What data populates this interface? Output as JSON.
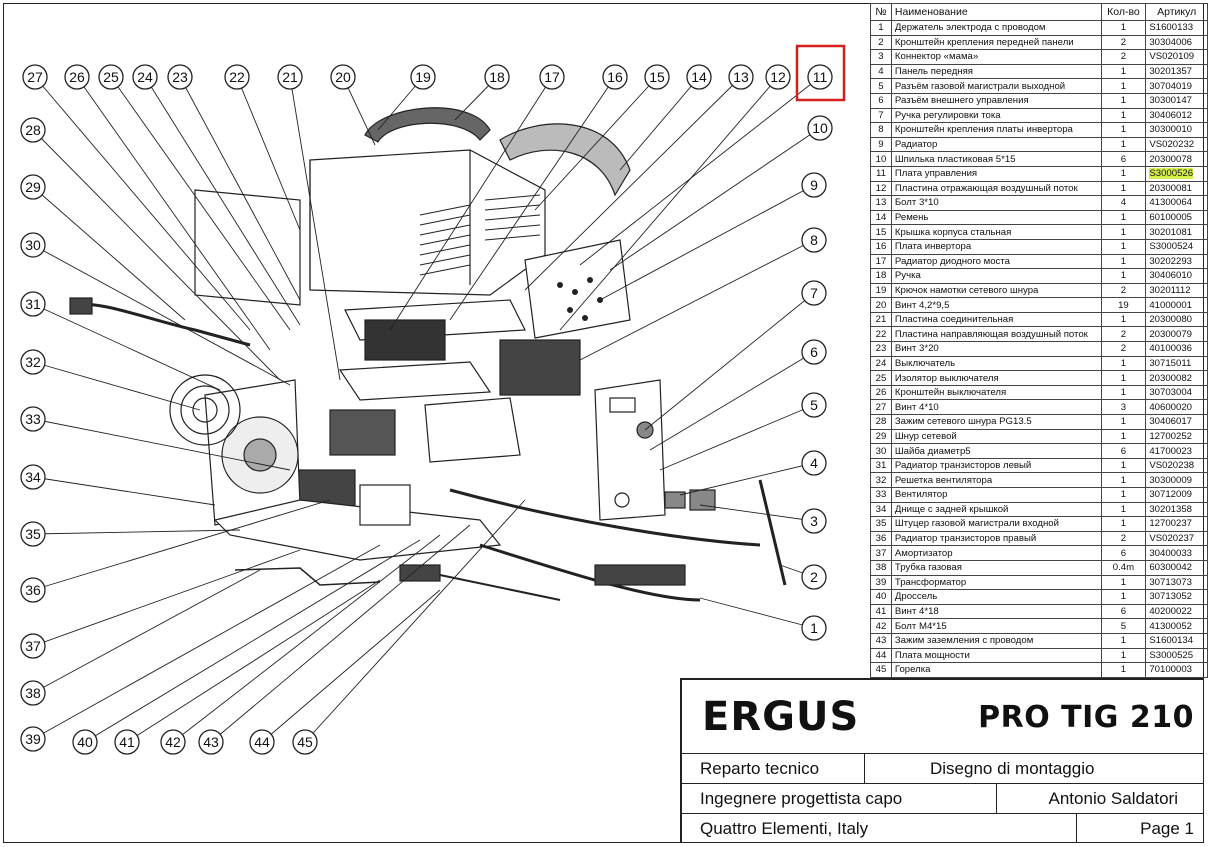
{
  "drawing": {
    "callouts": [
      "1",
      "2",
      "3",
      "4",
      "5",
      "6",
      "7",
      "8",
      "9",
      "10",
      "11",
      "12",
      "13",
      "14",
      "15",
      "16",
      "17",
      "18",
      "19",
      "20",
      "21",
      "22",
      "23",
      "24",
      "25",
      "26",
      "27",
      "28",
      "29",
      "30",
      "31",
      "32",
      "33",
      "34",
      "35",
      "36",
      "37",
      "38",
      "39",
      "40",
      "41",
      "42",
      "43",
      "44",
      "45"
    ],
    "highlight_color": "#d62020"
  },
  "parts_table": {
    "headers": [
      "№",
      "Наименование",
      "Кол-во",
      "Артикул"
    ],
    "rows": [
      [
        "1",
        "Держатель электрода с проводом",
        "1",
        "S1600133"
      ],
      [
        "2",
        "Кронштейн крепления передней панели",
        "2",
        "30304006"
      ],
      [
        "3",
        "Коннектор «мама»",
        "2",
        "VS020109"
      ],
      [
        "4",
        "Панель передняя",
        "1",
        "30201357"
      ],
      [
        "5",
        "Разъём газовой магистрали выходной",
        "1",
        "30704019"
      ],
      [
        "6",
        "Разъём внешнего управления",
        "1",
        "30300147"
      ],
      [
        "7",
        "Ручка регулировки тока",
        "1",
        "30406012"
      ],
      [
        "8",
        "Кронштейн крепления платы инвертора",
        "1",
        "30300010"
      ],
      [
        "9",
        "Радиатор",
        "1",
        "VS020232"
      ],
      [
        "10",
        "Шпилька пластиковая 5*15",
        "6",
        "20300078"
      ],
      [
        "11",
        "Плата управления",
        "1",
        "S3000526"
      ],
      [
        "12",
        "Пластина отражающая воздушный поток",
        "1",
        "20300081"
      ],
      [
        "13",
        "Болт 3*10",
        "4",
        "41300064"
      ],
      [
        "14",
        "Ремень",
        "1",
        "60100005"
      ],
      [
        "15",
        "Крышка корпуса стальная",
        "1",
        "30201081"
      ],
      [
        "16",
        "Плата инвертора",
        "1",
        "S3000524"
      ],
      [
        "17",
        "Радиатор диодного моста",
        "1",
        "30202293"
      ],
      [
        "18",
        "Ручка",
        "1",
        "30406010"
      ],
      [
        "19",
        "Крючок намотки сетевого шнура",
        "2",
        "30201112"
      ],
      [
        "20",
        "Винт 4,2*9,5",
        "19",
        "41000001"
      ],
      [
        "21",
        "Пластина соединительная",
        "1",
        "20300080"
      ],
      [
        "22",
        "Пластина направляющая воздушный поток",
        "2",
        "20300079"
      ],
      [
        "23",
        "Винт 3*20",
        "2",
        "40100036"
      ],
      [
        "24",
        "Выключатель",
        "1",
        "30715011"
      ],
      [
        "25",
        "Изолятор выключателя",
        "1",
        "20300082"
      ],
      [
        "26",
        "Кронштейн выключателя",
        "1",
        "30703004"
      ],
      [
        "27",
        "Винт 4*10",
        "3",
        "40600020"
      ],
      [
        "28",
        "Зажим сетевого шнура PG13.5",
        "1",
        "30406017"
      ],
      [
        "29",
        "Шнур сетевой",
        "1",
        "12700252"
      ],
      [
        "30",
        "Шайба диаметр5",
        "6",
        "41700023"
      ],
      [
        "31",
        "Радиатор транзисторов левый",
        "1",
        "VS020238"
      ],
      [
        "32",
        "Решетка вентилятора",
        "1",
        "30300009"
      ],
      [
        "33",
        "Вентилятор",
        "1",
        "30712009"
      ],
      [
        "34",
        "Днище с задней крышкой",
        "1",
        "30201358"
      ],
      [
        "35",
        "Штуцер газовой магистрали входной",
        "1",
        "12700237"
      ],
      [
        "36",
        "Радиатор транзисторов правый",
        "2",
        "VS020237"
      ],
      [
        "37",
        "Амортизатор",
        "6",
        "30400033"
      ],
      [
        "38",
        "Трубка газовая",
        "0.4m",
        "60300042"
      ],
      [
        "39",
        "Трансформатор",
        "1",
        "30713073"
      ],
      [
        "40",
        "Дроссель",
        "1",
        "30713052"
      ],
      [
        "41",
        "Винт 4*18",
        "6",
        "40200022"
      ],
      [
        "42",
        "Болт M4*15",
        "5",
        "41300052"
      ],
      [
        "43",
        "Зажим заземления с проводом",
        "1",
        "S1600134"
      ],
      [
        "44",
        "Плата мощности",
        "1",
        "S3000525"
      ],
      [
        "45",
        "Горелка",
        "1",
        "70100003"
      ]
    ],
    "highlight_row": "11",
    "highlight_color": "#d7ef4a"
  },
  "title_block": {
    "brand": "ERGUS",
    "model": "PRO TIG 210",
    "department": "Reparto tecnico",
    "drawing_type": "Disegno di montaggio",
    "role": "Ingegnere progettista capo",
    "engineer": "Antonio Saldatori",
    "company": "Quattro Elementi, Italy",
    "page": "Page 1"
  }
}
